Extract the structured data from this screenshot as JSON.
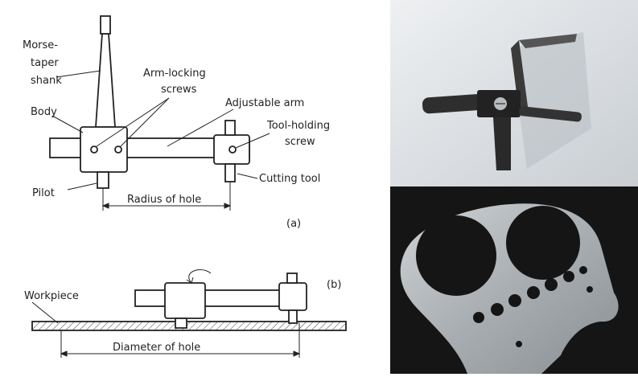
{
  "labels": {
    "morse_line1": "Morse-",
    "morse_line2": "taper",
    "morse_line3": "shank",
    "arm_lock_line1": "Arm-locking",
    "arm_lock_line2": "screws",
    "adjustable_arm": "Adjustable arm",
    "body": "Body",
    "tool_hold_line1": "Tool-holding",
    "tool_hold_line2": "screw",
    "cutting_tool": "Cutting tool",
    "pilot": "Pilot",
    "radius": "Radius of hole",
    "caption_a": "(a)",
    "workpiece": "Workpiece",
    "caption_b": "(b)",
    "diameter": "Diameter of hole"
  }
}
